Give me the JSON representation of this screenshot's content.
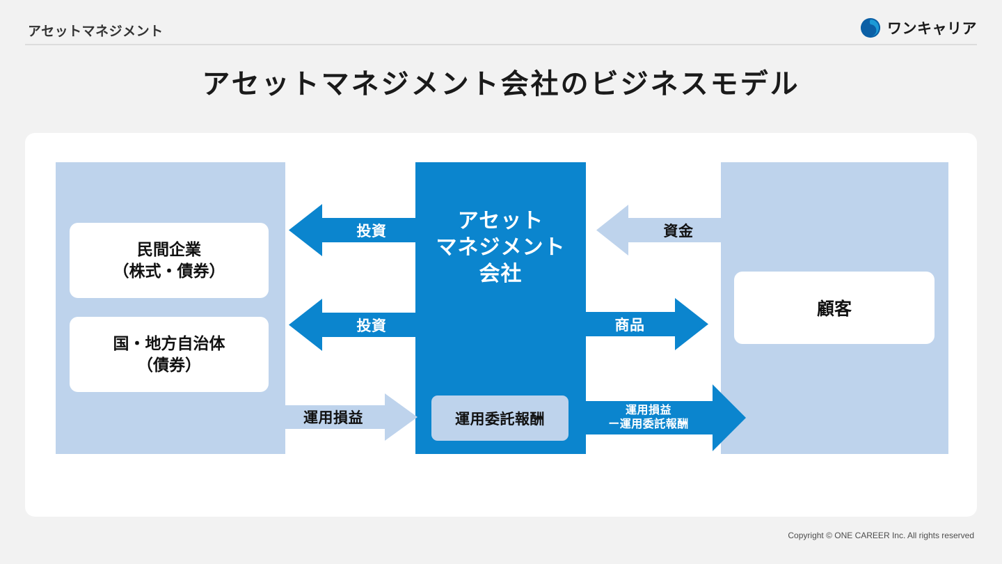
{
  "header": {
    "breadcrumb": "アセットマネジメント",
    "logo_text": "ワンキャリア",
    "logo_icon": "one-career-swirl-icon",
    "accent_color": "#0b85ce"
  },
  "page_title": "アセットマネジメント会社のビジネスモデル",
  "diagram": {
    "left_entities": [
      {
        "line1": "民間企業",
        "line2": "（株式・債券）"
      },
      {
        "line1": "国・地方自治体",
        "line2": "（債券）"
      }
    ],
    "center": {
      "title_line1": "アセット",
      "title_line2": "マネジメント",
      "title_line3": "会社",
      "fee_badge": "運用委託報酬",
      "fill_color": "#0b85ce",
      "badge_color": "#bed3ec"
    },
    "right_entities": [
      {
        "line1": "顧客"
      }
    ],
    "band_color": "#bed3ec",
    "arrows": [
      {
        "id": "investment-1",
        "label": "投資",
        "direction": "left",
        "color": "#0b85ce",
        "text_color": "#ffffff",
        "from": "アセットマネジメント会社",
        "to": "民間企業（株式・債券）"
      },
      {
        "id": "investment-2",
        "label": "投資",
        "direction": "left",
        "color": "#0b85ce",
        "text_color": "#ffffff",
        "from": "アセットマネジメント会社",
        "to": "国・地方自治体（債券）"
      },
      {
        "id": "profit-loss-left",
        "label": "運用損益",
        "direction": "right",
        "color": "#bed3ec",
        "text_color": "#111111",
        "from": "投資先",
        "to": "アセットマネジメント会社"
      },
      {
        "id": "funds",
        "label": "資金",
        "direction": "left",
        "color": "#bed3ec",
        "text_color": "#111111",
        "from": "顧客",
        "to": "アセットマネジメント会社"
      },
      {
        "id": "product",
        "label": "商品",
        "direction": "right",
        "color": "#0b85ce",
        "text_color": "#ffffff",
        "from": "アセットマネジメント会社",
        "to": "顧客"
      },
      {
        "id": "net-profit-loss",
        "label_line1": "運用損益",
        "label_line2": "ー運用委託報酬",
        "direction": "right",
        "color": "#0b85ce",
        "text_color": "#ffffff",
        "from": "アセットマネジメント会社",
        "to": "顧客"
      }
    ]
  },
  "footer": {
    "copyright": "Copyright © ONE CAREER Inc. All rights reserved"
  }
}
